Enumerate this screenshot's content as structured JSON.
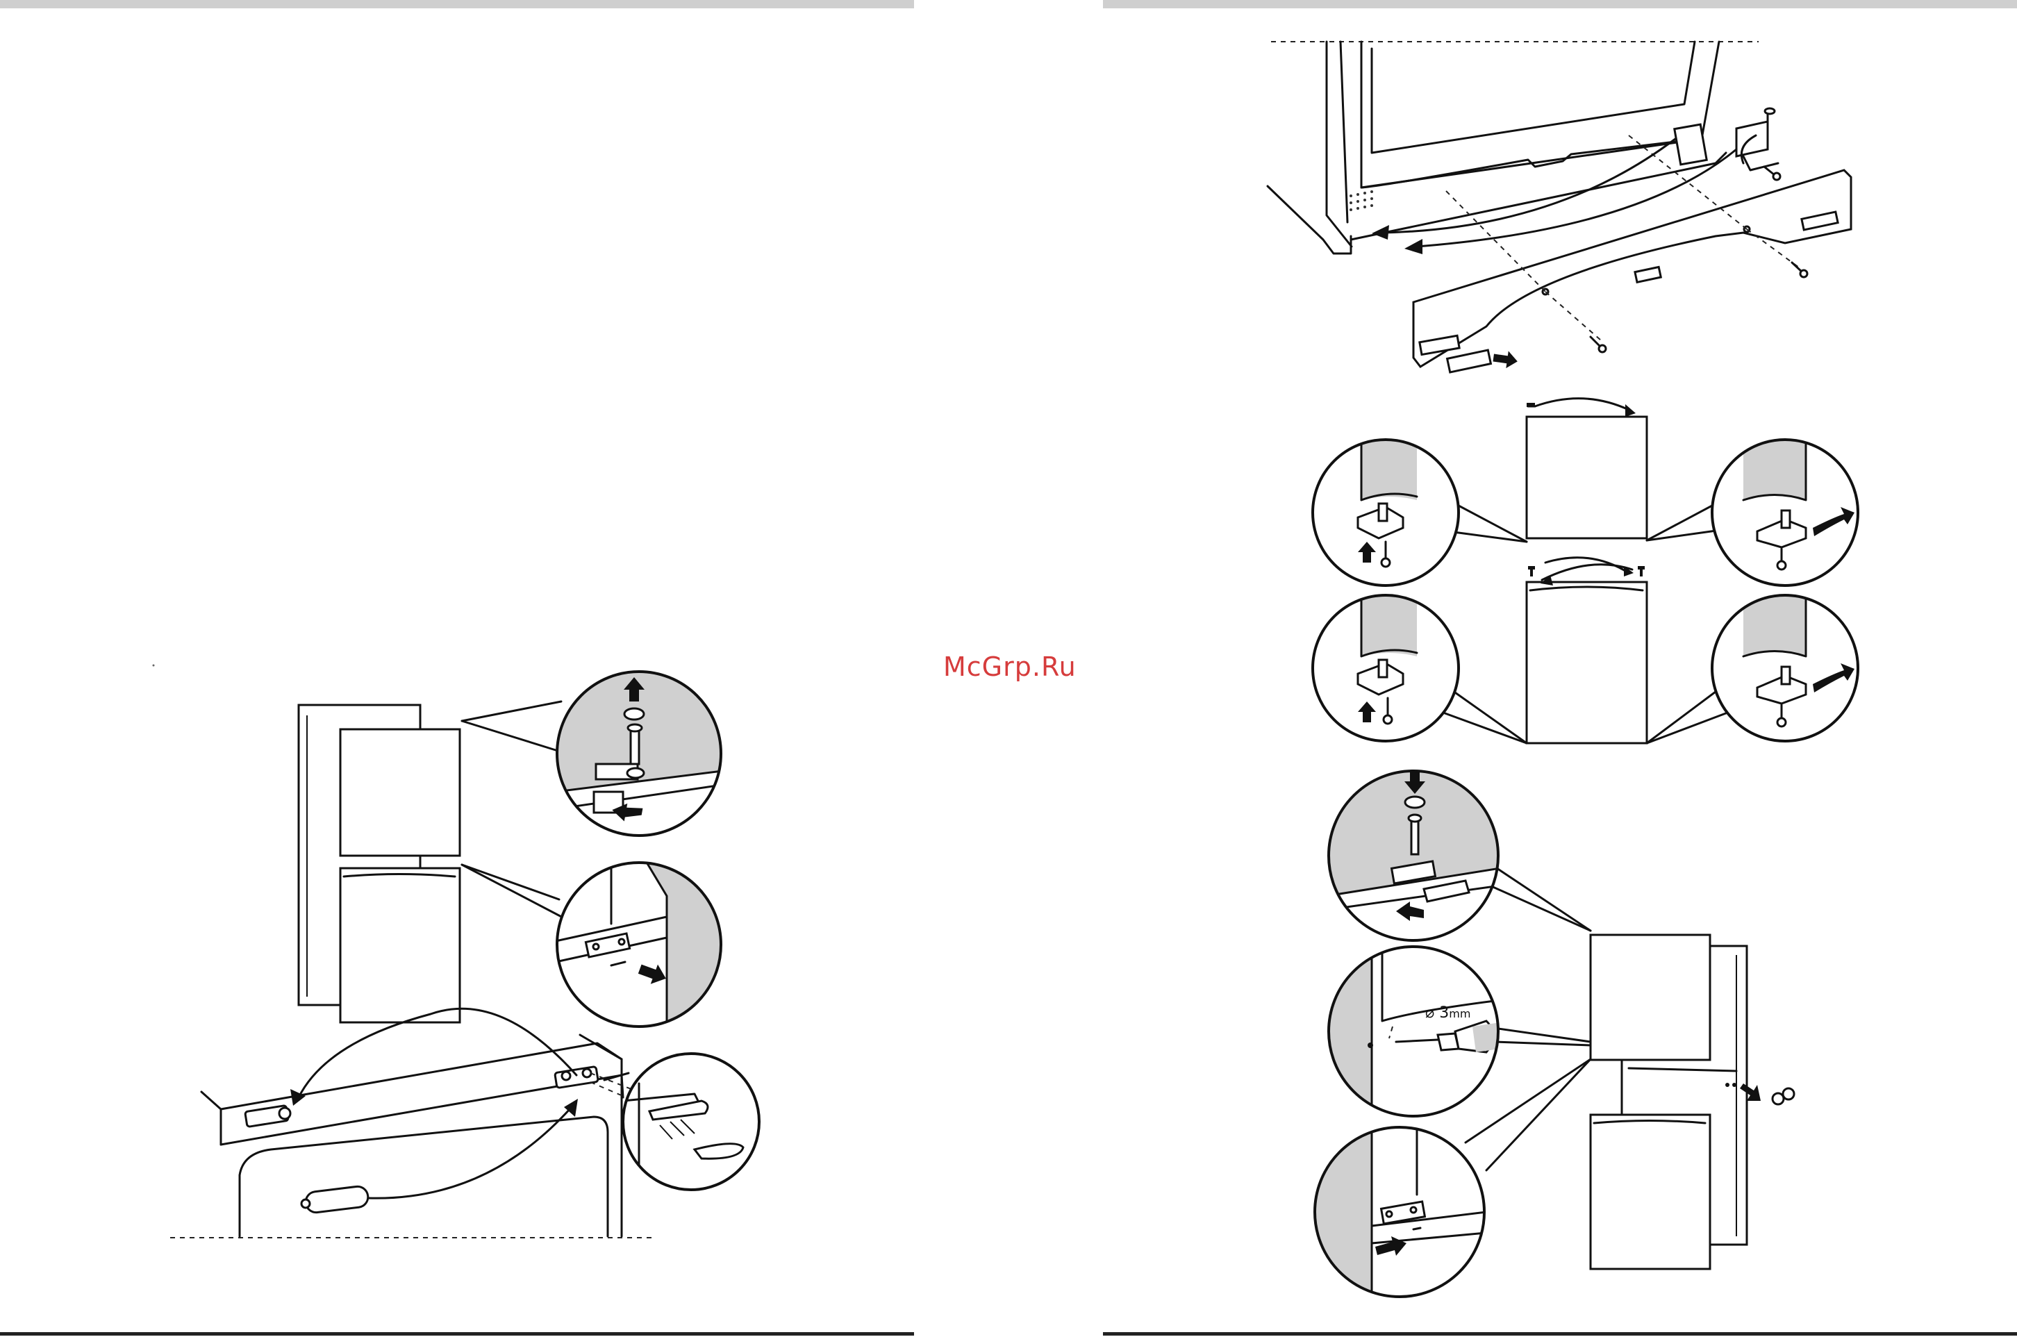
{
  "watermark": "McGrp.Ru",
  "drill_label_value": "3",
  "drill_label_unit": "mm",
  "colors": {
    "header_bar": "#cfcfcf",
    "footer_line": "#222222",
    "watermark": "#d63c3c",
    "shading": "#d0d0d0"
  }
}
